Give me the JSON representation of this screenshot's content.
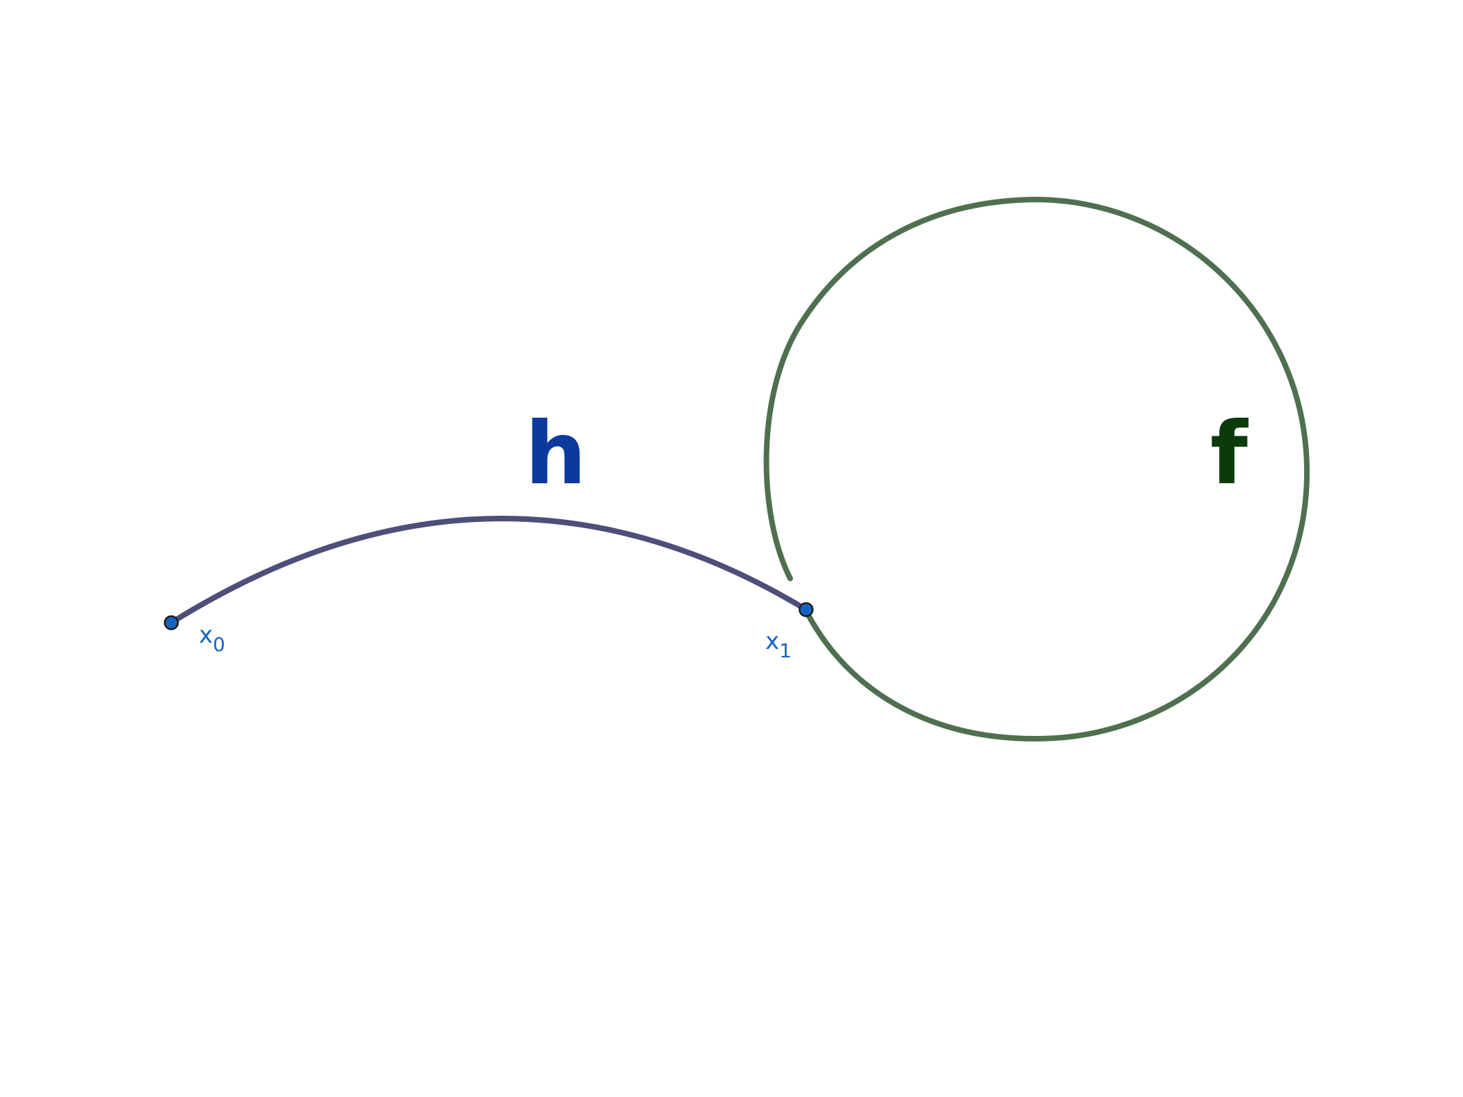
{
  "colors": {
    "curve_h": "#4d4f7a",
    "curve_f": "#4f7050",
    "label_h": "#0b3a9c",
    "label_f": "#0b3a0b",
    "point_fill": "#1565c0",
    "point_label": "#1565c0"
  },
  "labels": {
    "h": "h",
    "f": "f",
    "x0_base": "x",
    "x0_sub": "0",
    "x1_base": "x",
    "x1_sub": "1"
  }
}
